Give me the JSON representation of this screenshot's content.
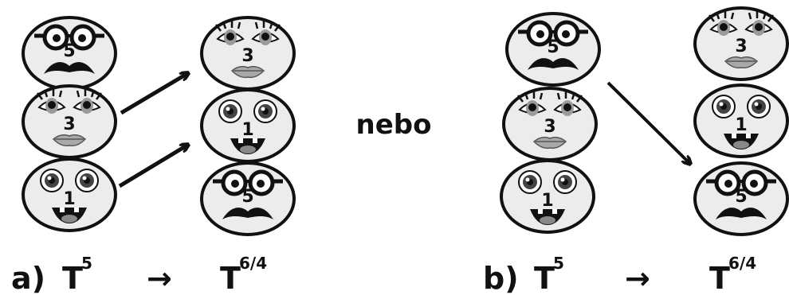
{
  "separator_text": "nebo",
  "panel_a": {
    "label": "a)",
    "left_symbol": "T",
    "left_superscript": "5",
    "arrow": "→",
    "right_symbol": "T",
    "right_superscript": "6/4",
    "left_stack": [
      "5",
      "3",
      "1"
    ],
    "right_stack": [
      "3",
      "1",
      "5"
    ]
  },
  "panel_b": {
    "label": "b)",
    "left_symbol": "T",
    "left_superscript": "5",
    "arrow": "→",
    "right_symbol": "T",
    "right_superscript": "6/4",
    "left_stack": [
      "5",
      "3",
      "1"
    ],
    "right_stack": [
      "3",
      "1",
      "5"
    ]
  },
  "colors": {
    "ink": "#111111",
    "face_fill": "#ececec",
    "lips": "#a9a9a9",
    "eye_grey": "#9a9a9a"
  }
}
